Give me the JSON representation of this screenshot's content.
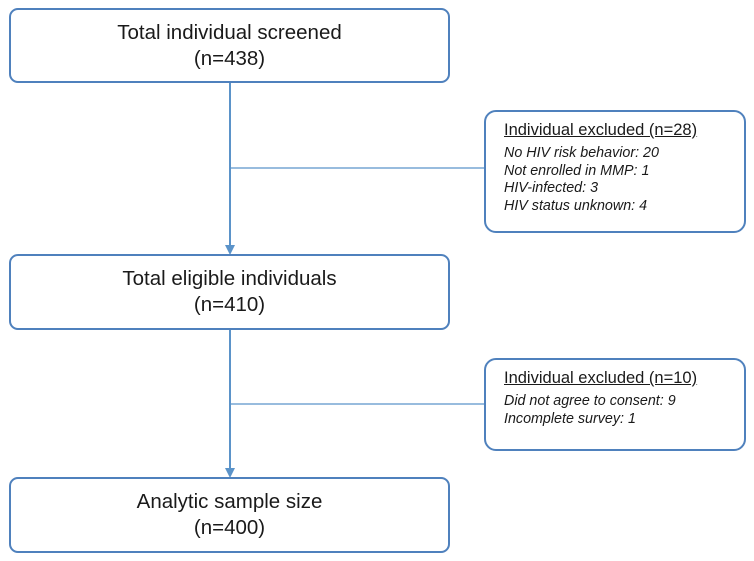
{
  "flowchart": {
    "steps": [
      {
        "title": "Total individual screened",
        "count": "(n=438)"
      },
      {
        "title": "Total eligible individuals",
        "count": "(n=410)"
      },
      {
        "title": "Analytic sample size",
        "count": "(n=400)"
      }
    ],
    "exclusions": [
      {
        "title": "Individual excluded (n=28)",
        "reasons": [
          "No HIV risk behavior: 20",
          "Not enrolled in MMP: 1",
          "HIV-infected: 3",
          "HIV status unknown: 4"
        ]
      },
      {
        "title": "Individual excluded (n=10)",
        "reasons": [
          "Did not agree to consent: 9",
          "Incomplete survey: 1"
        ]
      }
    ]
  },
  "colors": {
    "box_border": "#4f81bd",
    "connector": "#5b93c9",
    "text": "#1a1a1a"
  }
}
